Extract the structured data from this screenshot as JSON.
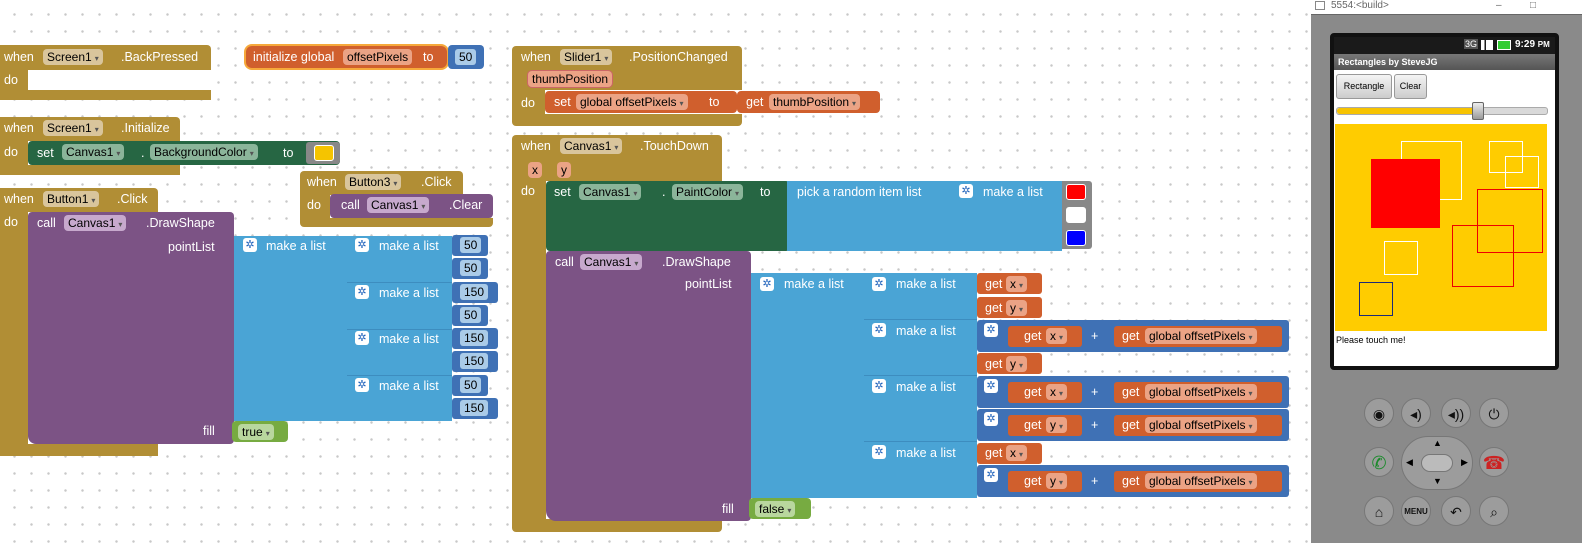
{
  "blocks": {
    "back": {
      "when": "when",
      "component": "Screen1",
      "event": ".BackPressed",
      "do": "do"
    },
    "init_global": {
      "label": "initialize global",
      "name": "offsetPixels",
      "to": "to",
      "value": "50"
    },
    "slider": {
      "when": "when",
      "component": "Slider1",
      "event": ".PositionChanged",
      "param": "thumbPosition",
      "do": "do",
      "set": "set",
      "var": "global offsetPixels",
      "to": "to",
      "get": "get",
      "getvar": "thumbPosition"
    },
    "init": {
      "when": "when",
      "component": "Screen1",
      "event": ".Initialize",
      "do": "do",
      "set": "set",
      "target": "Canvas1",
      "dot": ".",
      "prop": "BackgroundColor",
      "to": "to",
      "color": "#f5c400"
    },
    "button3": {
      "when": "when",
      "component": "Button3",
      "event": ".Click",
      "do": "do",
      "call": "call",
      "target": "Canvas1",
      "method": ".Clear"
    },
    "button1": {
      "when": "when",
      "component": "Button1",
      "event": ".Click",
      "do": "do",
      "call": "call",
      "target": "Canvas1",
      "method": ".DrawShape",
      "pointList": "pointList",
      "fill": "fill",
      "fill_val": "true",
      "make_list": "make a list",
      "nums": [
        "50",
        "50",
        "150",
        "50",
        "150",
        "150",
        "50",
        "150"
      ]
    },
    "touch": {
      "when": "when",
      "component": "Canvas1",
      "event": ".TouchDown",
      "params": [
        "x",
        "y"
      ],
      "do": "do",
      "set": "set",
      "target": "Canvas1",
      "dot": ".",
      "prop": "PaintColor",
      "to": "to",
      "pick": "pick a random item  list",
      "make_list": "make a list",
      "colors": [
        "#ff0000",
        "#ffffff",
        "#0000ff"
      ],
      "call": "call",
      "method": ".DrawShape",
      "pointList": "pointList",
      "fill": "fill",
      "fill_val": "false",
      "get": "get",
      "x": "x",
      "y": "y",
      "plus": "+",
      "offset": "global offsetPixels"
    }
  },
  "emulator": {
    "title": "5554:<build>",
    "time": "9:29",
    "ampm": "PM",
    "signal_badge": "3G",
    "app_title": "Rectangles by SteveJG",
    "btn_rect": "Rectangle",
    "btn_clear": "Clear",
    "status": "Please touch me!",
    "slider_value": 0.67,
    "canvas_bg": "#ffcc00"
  }
}
